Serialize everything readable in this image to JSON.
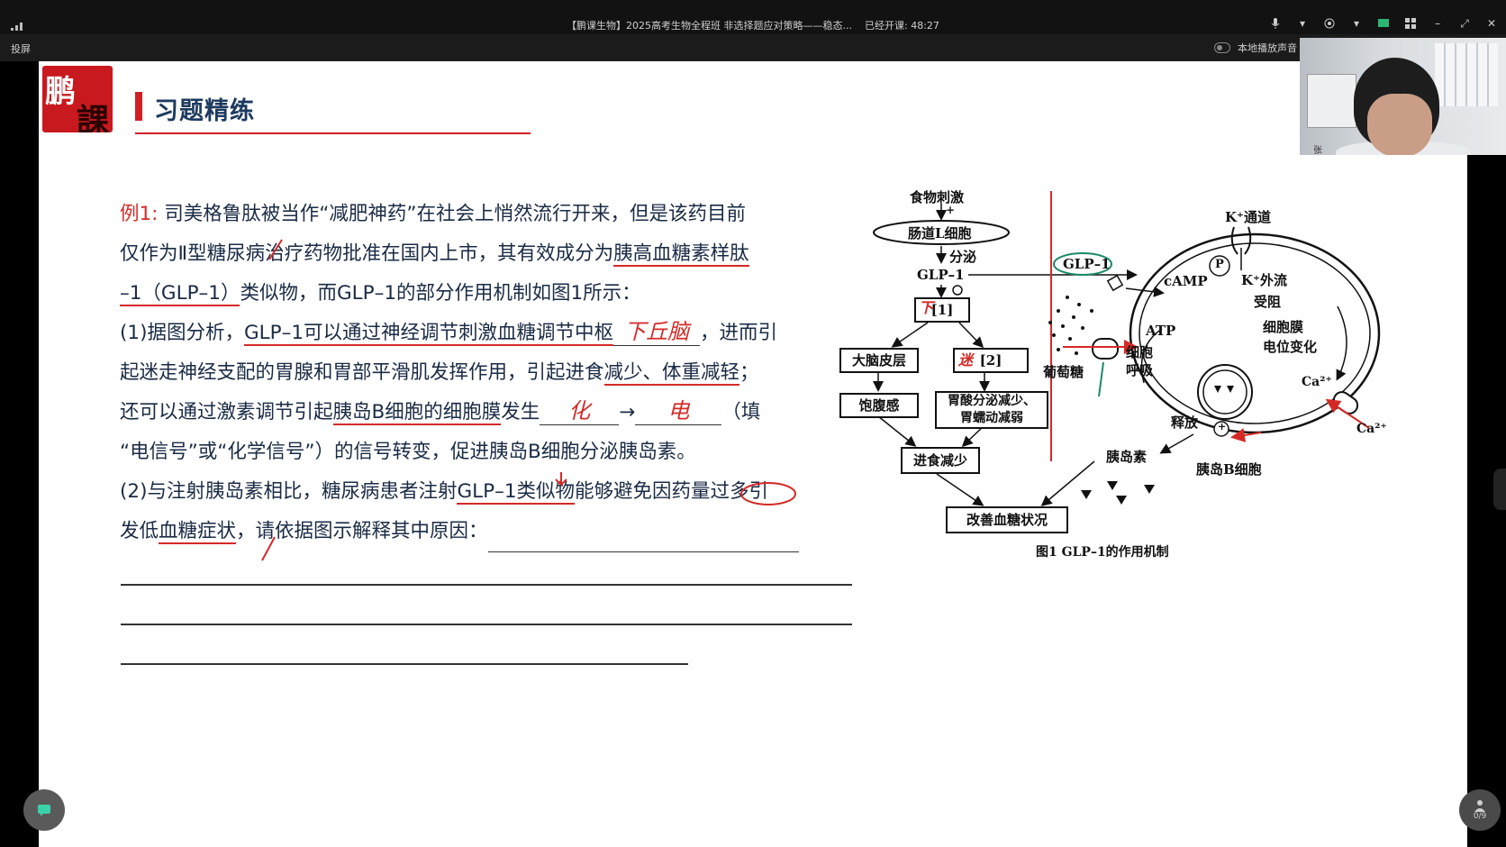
{
  "window": {
    "title": "【鹏课生物】2025高考生物全程班 非选择题应对策略——稳态...",
    "elapsed": "已经开课: 48:27"
  },
  "toolbar": {
    "project_label": "投屏",
    "local_audio_label": "本地播放声音"
  },
  "webcam": {
    "name_partial": "张"
  },
  "slide": {
    "logo_char_1": "鹏",
    "logo_char_2": "課",
    "heading": "习题精练",
    "question": {
      "line1_label": "例1:",
      "line1_text": "司美格鲁肽被当作“减肥神药”在社会上悄然流行开来，但是该药目前",
      "line2_text_a": "仅作为Ⅱ型糖尿病治疗药物批准在国内上市，其有效成分为",
      "line2_text_b": "胰高血糖素样肽",
      "line3_text_a": "–1（GLP–1）",
      "line3_text_b": "类似物，而GLP–1的部分作用机制如图1所示：",
      "line4_text_a": "(1)据图分析，",
      "line4_text_b": "GLP–1可以通过神经调节刺激",
      "line4_text_c": "血糖调节中枢",
      "line4_fill": "下丘脑",
      "line4_text_d": "，进而引",
      "line5_text_a": "起迷走神经支配的胃腺和胃部平滑肌发挥作用，引起进食",
      "line5_text_b": "减少、体重减轻",
      "line5_text_c": "；",
      "line6_text_a": "还可以通过激素调节引起",
      "line6_text_b": "胰岛B细胞的细胞膜",
      "line6_text_c": "发生",
      "line6_fill_1": "化",
      "line6_arrow": "→",
      "line6_fill_2": "电",
      "line6_text_d": "（填",
      "line7_text": "“电信号”或“化学信号”）的信号转变，促进胰岛B细胞分泌胰岛素。",
      "line8_text_a": "(2)与注射胰岛素相比，糖尿病患者注射",
      "line8_text_b": "GLP–1类似物",
      "line8_text_c": "能够避免因药量过多引",
      "line9_text_a": "发低",
      "line9_text_b": "血糖症状",
      "line9_text_c": "，请依据图示解释其中原因："
    }
  },
  "diagram": {
    "food_stimulus": "食物刺激",
    "plus_1": "+",
    "l_cell": "肠道L细胞",
    "secrete": "分泌",
    "glp1_left": "GLP–1",
    "box1": "[1]",
    "box1_note": "下",
    "brain_cortex": "大脑皮层",
    "box2": "[2]",
    "box2_note": "迷",
    "satiety": "饱腹感",
    "gastric_1": "胃酸分泌减少、",
    "gastric_2": "胃蠕动减弱",
    "eat_less": "进食减少",
    "improve": "改善血糖状况",
    "glp1_right": "GLP–1",
    "k_channel": "K⁺通道",
    "p_label": "P",
    "camp": "cAMP",
    "k_efflux_1": "K⁺外流",
    "k_efflux_2": "受阻",
    "membrane_1": "细胞膜",
    "membrane_2": "电位变化",
    "glucose": "葡萄糖",
    "atp": "ATP",
    "respiration_1": "细胞",
    "respiration_2": "呼吸",
    "release": "释放",
    "plus_2": "+",
    "ca_1": "Ca²⁺",
    "ca_2": "Ca²⁺",
    "insulin": "胰岛素",
    "b_cell": "胰岛B细胞",
    "caption": "图1  GLP–1的作用机制"
  },
  "widgets": {
    "member_count": "0/9"
  },
  "colors": {
    "accent_red": "#d42a26",
    "text_navy": "#1a2b44",
    "heading_navy": "#1d3a5f"
  }
}
